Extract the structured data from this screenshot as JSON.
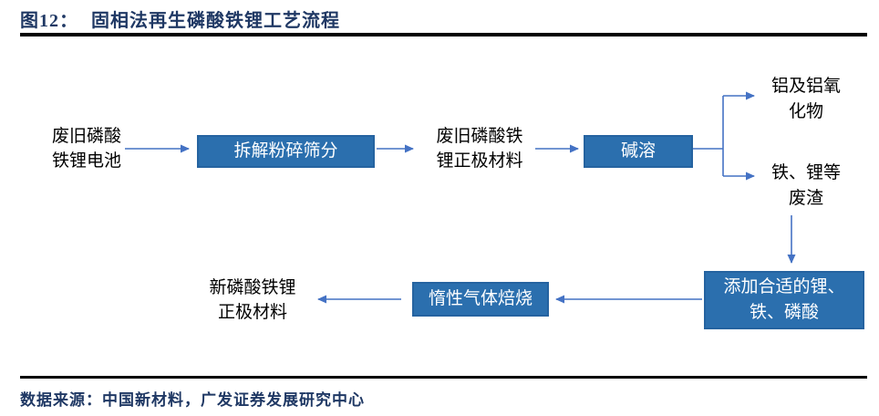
{
  "header": {
    "figure_label": "图12：",
    "title": "固相法再生磷酸铁锂工艺流程"
  },
  "flowchart": {
    "nodes": {
      "waste_battery": "废旧磷酸\n铁锂电池",
      "dismantle_crush_sieve": "拆解粉碎筛分",
      "waste_cathode_material": "废旧磷酸铁\n锂正极材料",
      "alkali_dissolution": "碱溶",
      "aluminum_and_oxides": "铝及铝氧\n化物",
      "iron_lithium_residue": "铁、锂等\n废渣",
      "add_li_fe_phosphoric": "添加合适的锂、\n铁、磷酸",
      "inert_gas_roasting": "惰性气体焙烧",
      "new_cathode_material": "新磷酸铁锂\n正极材料"
    }
  },
  "footer": {
    "source": "数据来源：中国新材料，广发证券发展研究中心"
  },
  "colors": {
    "title_text": "#1f3864",
    "process_box_fill": "#2b6fae",
    "process_box_border": "#2563a0",
    "process_box_text": "#ffffff",
    "arrow": "#4472c4",
    "plain_text": "#000000",
    "rule": "#000000",
    "background": "#ffffff"
  }
}
